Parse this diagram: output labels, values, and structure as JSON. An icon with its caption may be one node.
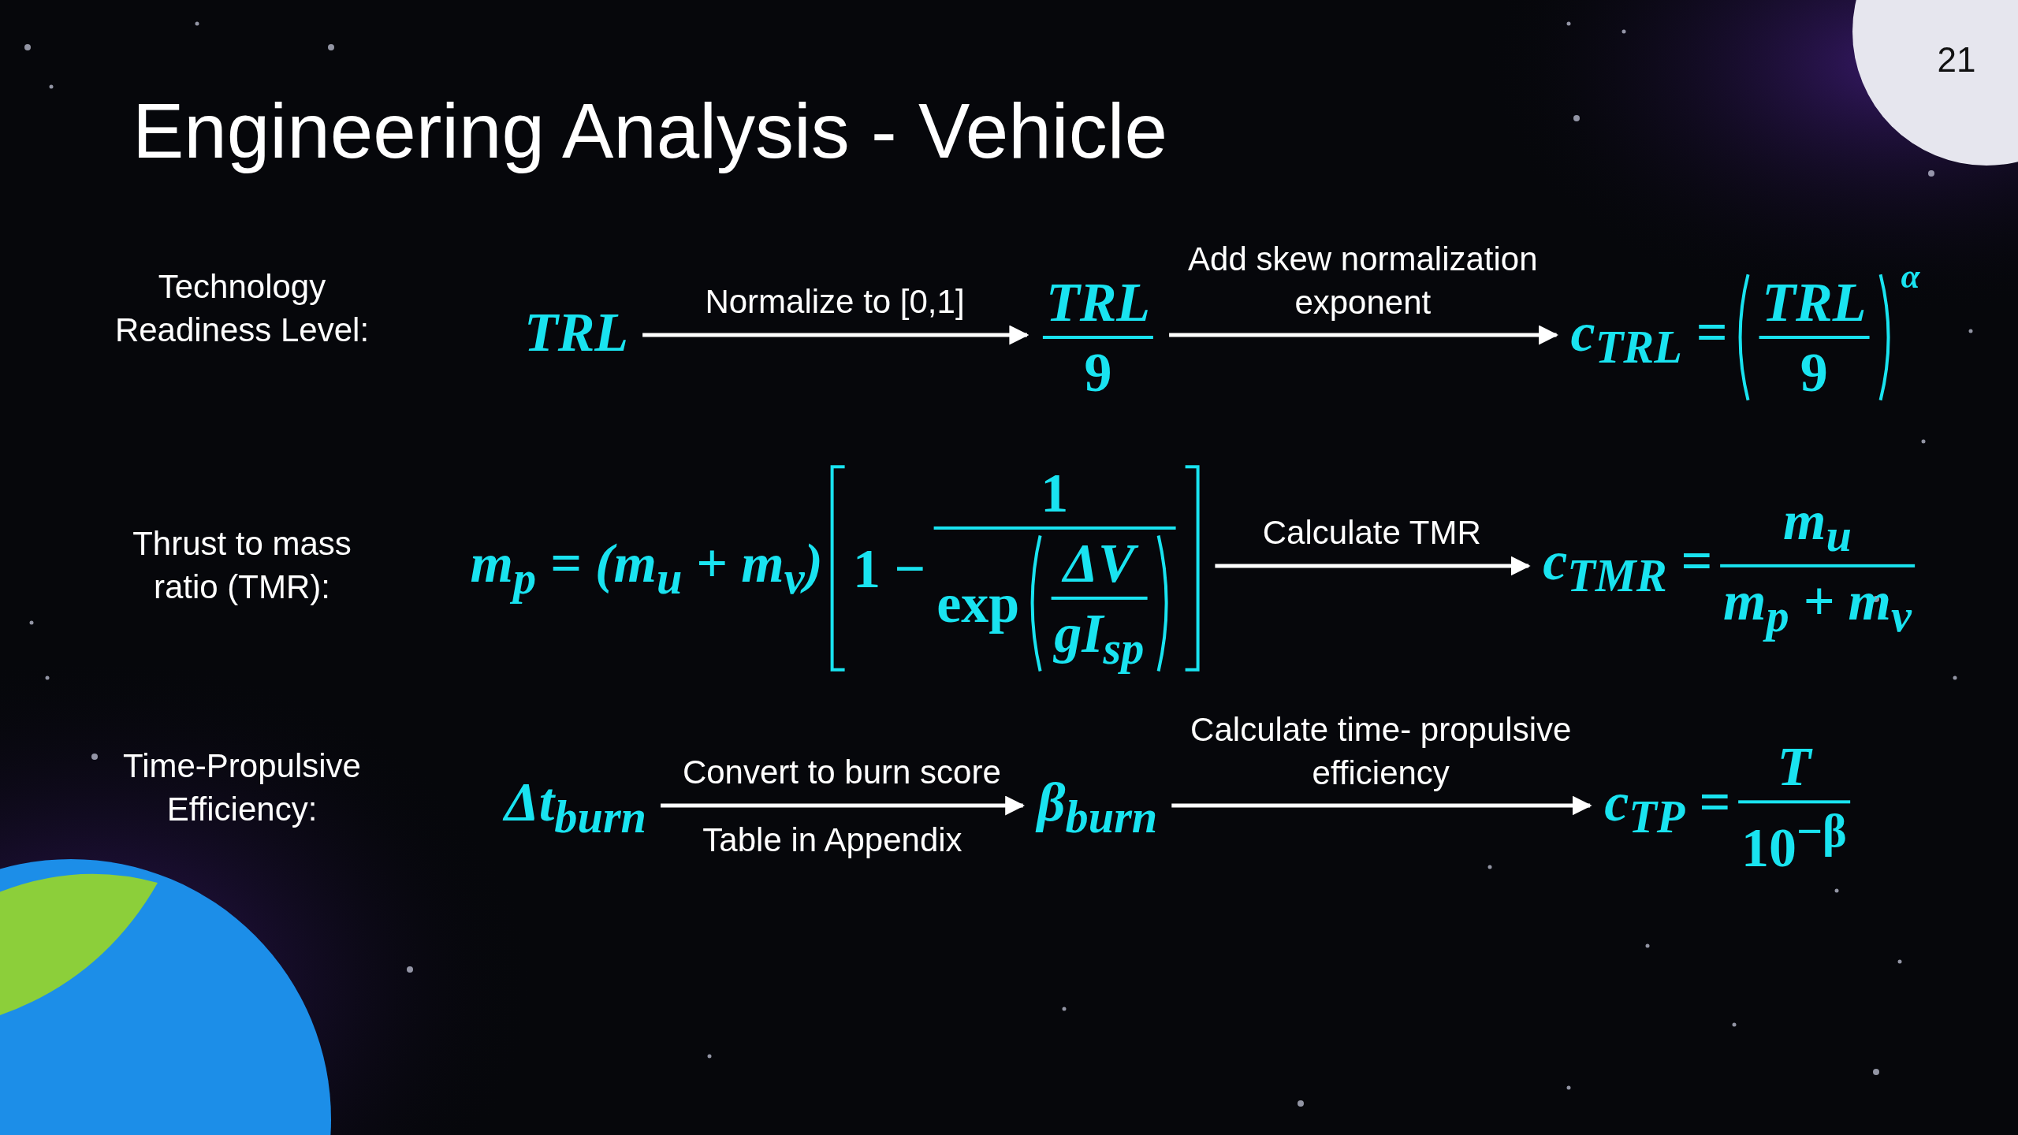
{
  "diagram": {
    "title": "Engineering Analysis - Vehicle",
    "nodes": [
      {
        "text": [
          "TRL"
        ]
      },
      {
        "text": [
          "TRL",
          "9"
        ]
      },
      {
        "text": [
          "c$_{TRL}$ =",
          "TRL",
          "9",
          "α"
        ]
      },
      {
        "text": [
          "m$_{p}$ = (m$_{u}$ + m$_{v}$)",
          "1 −",
          "1",
          "exp",
          "ΔV",
          "gI$_{sp}$"
        ]
      },
      {
        "text": [
          "c$_{TMR}$ =",
          "m$_{u}$",
          "m$_{p}$ + m$_{v}$"
        ]
      },
      {
        "text": [
          "Δt$_{burn}$"
        ]
      },
      {
        "text": [
          "β$_{burn}$"
        ]
      },
      {
        "text": [
          "c$_{TP}$ =",
          "T",
          "10$^{−β}$"
        ]
      }
    ],
    "edges": [
      {
        "from": 0,
        "to": 1,
        "arrow": "to",
        "label": "Normalize to [0,1]"
      },
      {
        "from": 1,
        "to": 2,
        "arrow": "to",
        "label": "Add skew normalization exponent"
      },
      {
        "from": 3,
        "to": 4,
        "arrow": "to",
        "label": "Calculate TMR"
      },
      {
        "from": 5,
        "to": 6,
        "arrow": "to",
        "label": "Convert to burn score"
      },
      {
        "from": 6,
        "to": 7,
        "arrow": "to",
        "label": "Calculate time- propulsive efficiency"
      }
    ],
    "labels": [
      "21",
      "Technology Readiness Level:",
      "Thrust to mass ratio (TMR):",
      "Time-Propulsive Efficiency:",
      "Table in Appendix"
    ]
  }
}
